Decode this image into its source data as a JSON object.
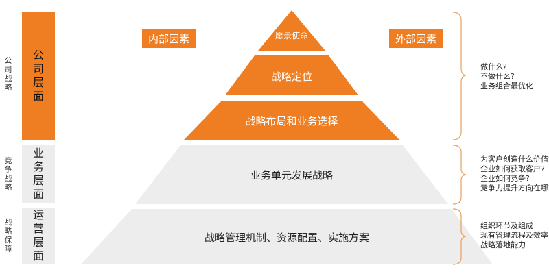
{
  "outer_labels": {
    "corporate": "公司战略",
    "competitive": "竞争战略",
    "support": "战略保障"
  },
  "layers": {
    "corporate": "公司层面",
    "business": "业务层面",
    "operation": "运营层面"
  },
  "factors": {
    "internal": "内部因素",
    "external": "外部因素"
  },
  "pyramid": {
    "vision": "愿景使命",
    "positioning": "战略定位",
    "layout": "战略布局和业务选择",
    "business_unit": "业务单元发展战略",
    "management": "战略管理机制、资源配置、实施方案"
  },
  "notes": {
    "corporate": [
      "做什么?",
      "不做什么?",
      "业务组合最优化"
    ],
    "business": [
      "为客户创造什么价值?",
      "企业如何获取客户?",
      "企业如何竞争?",
      "竞争力提升方向在哪?"
    ],
    "operation": [
      "组织环节及组成",
      "现有管理流程及效率",
      "战略落地能力"
    ]
  },
  "colors": {
    "orange": "#ef7d22",
    "gray": "#ededed",
    "bracket": "#e8a060"
  }
}
